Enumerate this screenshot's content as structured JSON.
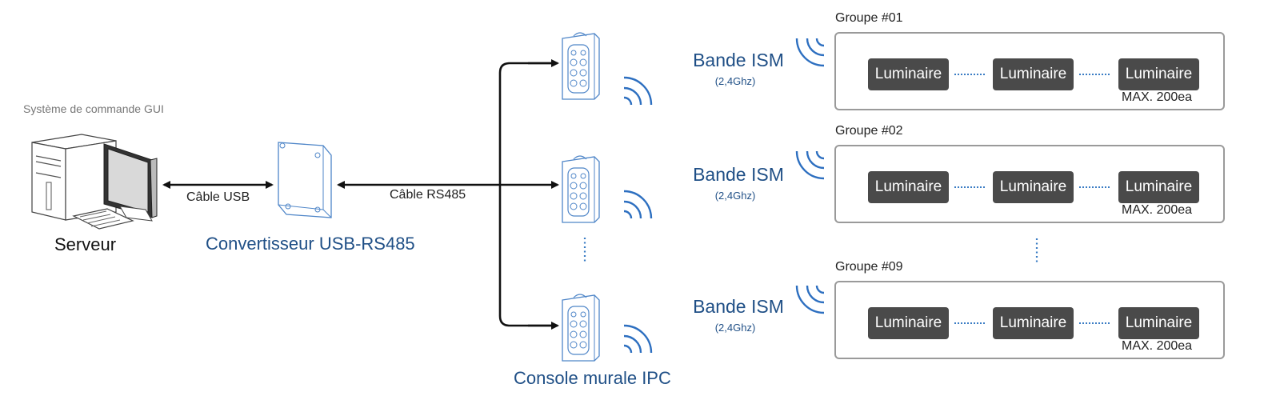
{
  "server": {
    "gui_caption": "Système de commande GUI",
    "label": "Serveur"
  },
  "cables": {
    "usb": "Câble USB",
    "rs485": "Câble RS485"
  },
  "converter": {
    "label": "Convertisseur USB-RS485"
  },
  "console": {
    "label": "Console murale IPC"
  },
  "groups": [
    {
      "title": "Groupe #01",
      "band": "Bande ISM",
      "band_freq": "(2,4Ghz)",
      "luminaires": [
        "Luminaire",
        "Luminaire",
        "Luminaire"
      ],
      "max": "MAX. 200ea"
    },
    {
      "title": "Groupe #02",
      "band": "Bande ISM",
      "band_freq": "(2,4Ghz)",
      "luminaires": [
        "Luminaire",
        "Luminaire",
        "Luminaire"
      ],
      "max": "MAX. 200ea"
    },
    {
      "title": "Groupe #09",
      "band": "Bande ISM",
      "band_freq": "(2,4Ghz)",
      "luminaires": [
        "Luminaire",
        "Luminaire",
        "Luminaire"
      ],
      "max": "MAX. 200ea"
    }
  ],
  "colors": {
    "accent_blue": "#1f4f86",
    "wireless_blue": "#2d6fc0",
    "luminaire_fill": "#4a4a4a",
    "group_border": "#9a9a9a"
  }
}
